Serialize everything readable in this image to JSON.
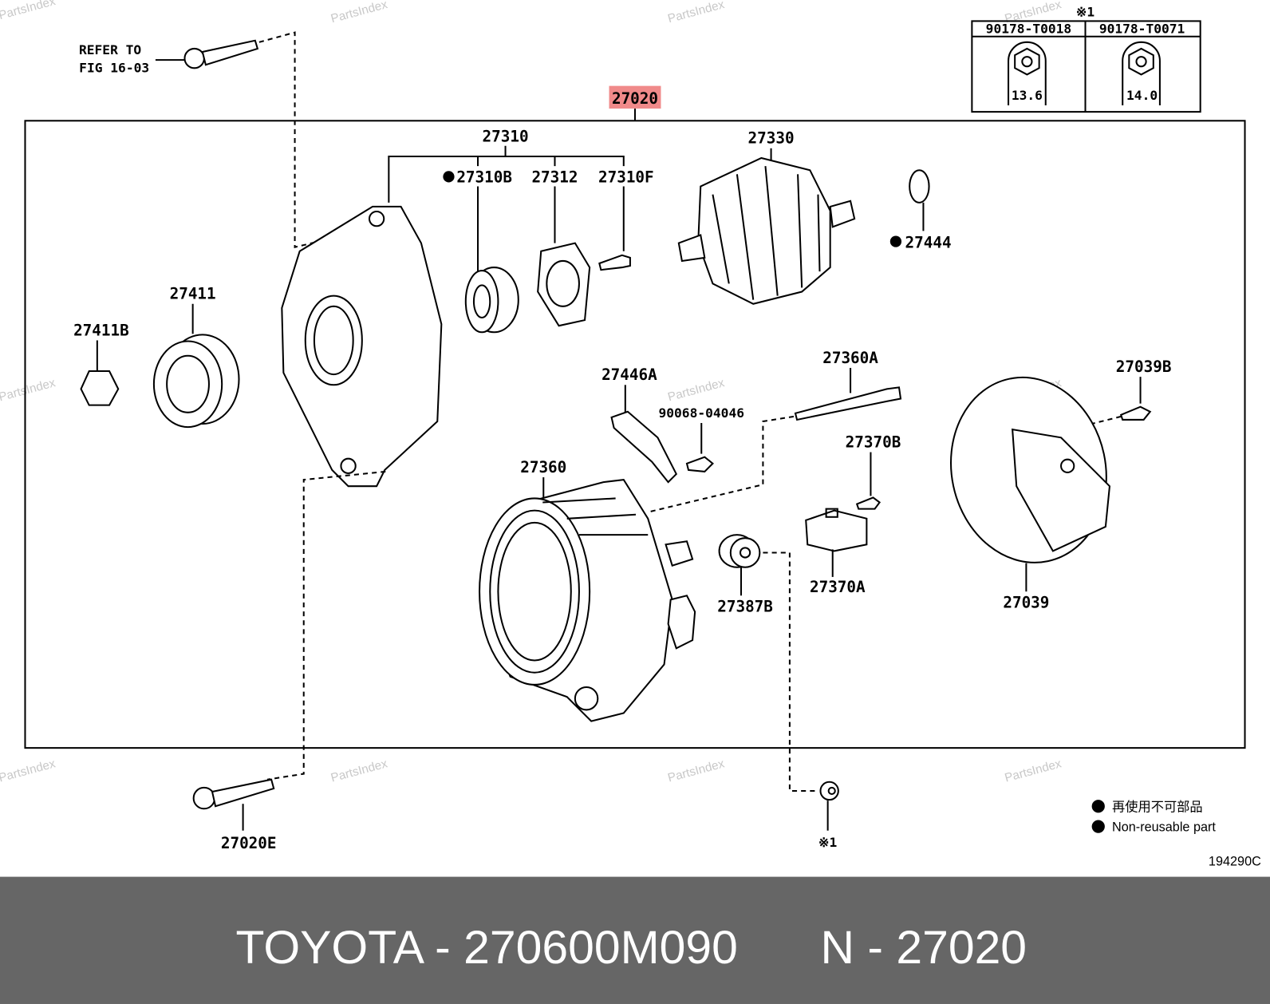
{
  "refer": {
    "line1": "REFER TO",
    "line2": "FIG 16-03"
  },
  "assembly": {
    "label": "27020",
    "highlight_color": "#f08a8a"
  },
  "parts": {
    "p27310": "27310",
    "p27310B": "27310B",
    "p27312": "27312",
    "p27310F": "27310F",
    "p27330": "27330",
    "p27444": "27444",
    "p27411": "27411",
    "p27411B": "27411B",
    "p27446A": "27446A",
    "p90068": "90068-04046",
    "p27360A": "27360A",
    "p27039B": "27039B",
    "p27370B": "27370B",
    "p27360": "27360",
    "p27370A": "27370A",
    "p27387B": "27387B",
    "p27039": "27039",
    "p27020E": "27020E",
    "note1": "※1"
  },
  "nut_table": {
    "note": "※1",
    "columns": [
      {
        "part": "90178-T0018",
        "size": "13.6"
      },
      {
        "part": "90178-T0071",
        "size": "14.0"
      }
    ]
  },
  "legend": {
    "jp": "再使用不可部品",
    "en": "Non-reusable part"
  },
  "figure_code": "194290C",
  "watermark": "PartsIndex",
  "footer": {
    "brand_part": "TOYOTA - 270600M090",
    "ref": "N - 27020",
    "bg_color": "#666666"
  }
}
